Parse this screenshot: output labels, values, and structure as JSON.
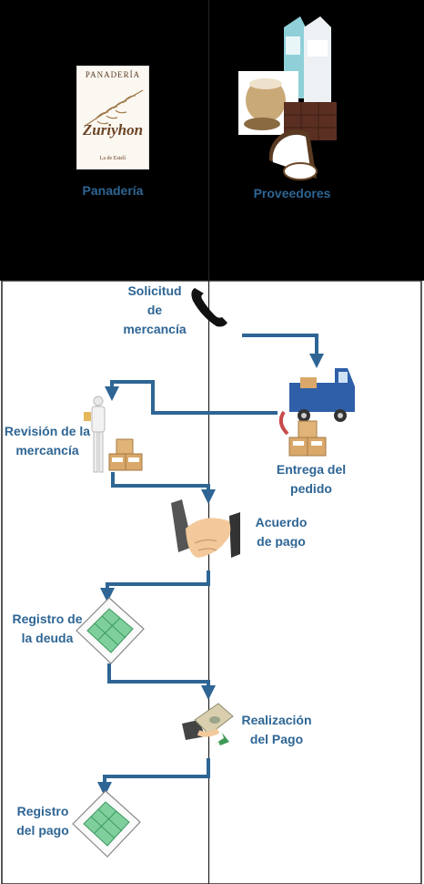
{
  "lanes": {
    "left": {
      "title": "Panadería"
    },
    "right": {
      "title": "Proveedores"
    }
  },
  "logo": {
    "line1": "PANADERÍA",
    "line2": "Zuriyhon",
    "line3": "La de Estelí"
  },
  "steps": {
    "solicitud": "Solicitud\nde\nmercancía",
    "entrega": "Entrega del\npedido",
    "revision": "Revisión de la\nmercancía",
    "acuerdo": "Acuerdo\nde pago",
    "registro_deuda": "Registro de\nla deuda",
    "realizacion": "Realización\ndel Pago",
    "registro_pago": "Registro\ndel pago"
  },
  "icons": {
    "phone": "phone-icon",
    "truck": "truck-icon",
    "boxes": "boxes-icon",
    "inspector": "inspector-icon",
    "handshake": "handshake-icon",
    "spreadsheet": "spreadsheet-icon",
    "payment": "payment-icon",
    "supplies": "supplies-icon"
  },
  "colors": {
    "flow": "#2e6594",
    "header_bg": "#000000",
    "label": "#2e6594"
  }
}
